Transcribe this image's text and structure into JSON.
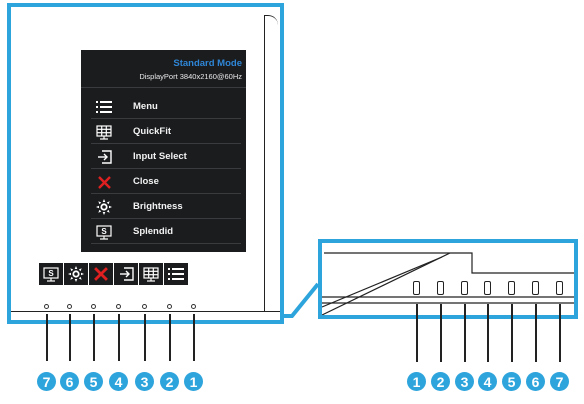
{
  "osd": {
    "mode": "Standard Mode",
    "resolution": "DisplayPort  3840x2160@60Hz",
    "items": [
      {
        "label": "Menu",
        "icon": "menu-list-icon"
      },
      {
        "label": "QuickFit",
        "icon": "quickfit-grid-icon"
      },
      {
        "label": "Input Select",
        "icon": "input-select-icon"
      },
      {
        "label": "Close",
        "icon": "close-icon"
      },
      {
        "label": "Brightness",
        "icon": "brightness-icon"
      },
      {
        "label": "Splendid",
        "icon": "splendid-icon"
      }
    ]
  },
  "iconbar": [
    "splendid-icon",
    "brightness-icon",
    "close-icon",
    "input-select-icon",
    "quickfit-grid-icon",
    "menu-list-icon"
  ],
  "badges_left": [
    "7",
    "6",
    "5",
    "4",
    "3",
    "2",
    "1"
  ],
  "badges_right": [
    "1",
    "2",
    "3",
    "4",
    "5",
    "6",
    "7"
  ],
  "colors": {
    "accent": "#2ea4dc",
    "osd_bg": "#1b1c1e",
    "close_red": "#e02020",
    "mode_blue": "#2e86d6"
  }
}
